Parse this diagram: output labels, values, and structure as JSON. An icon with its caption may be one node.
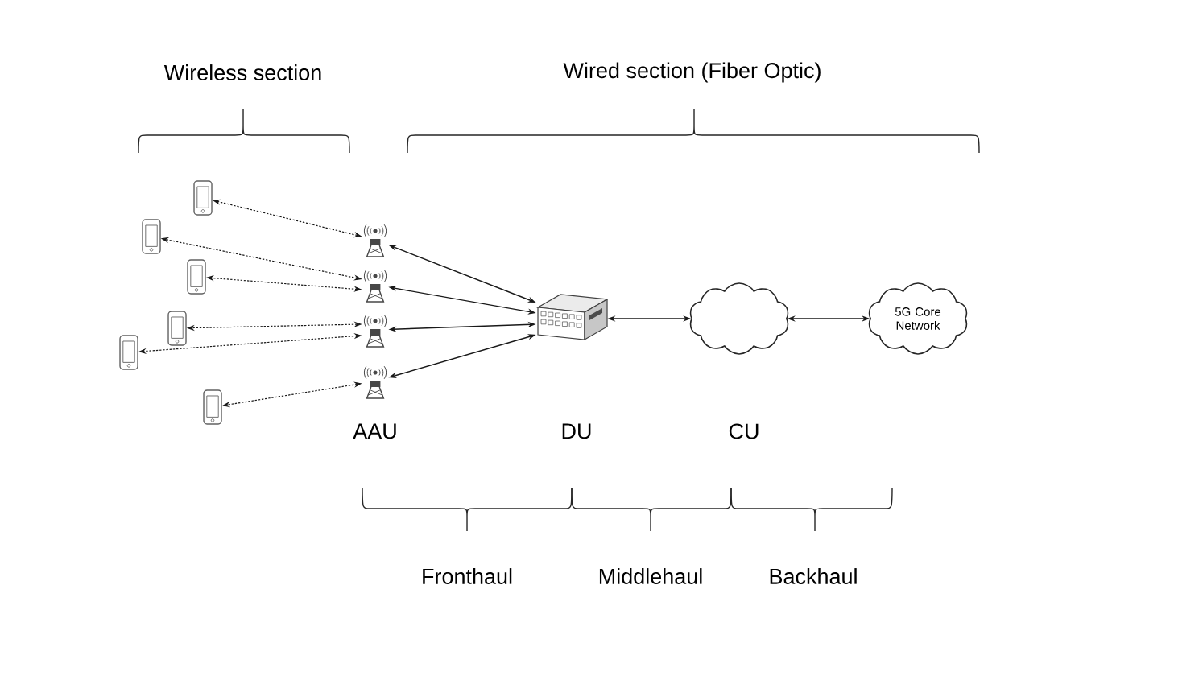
{
  "diagram": {
    "nodes": [
      {
        "text": [],
        "shape": "picture"
      },
      {
        "text": [],
        "shape": "picture"
      },
      {
        "text": [],
        "shape": "picture"
      },
      {
        "text": [],
        "shape": "picture"
      },
      {
        "text": [],
        "shape": "picture"
      },
      {
        "text": [],
        "shape": "picture"
      },
      {
        "text": [],
        "shape": "picture"
      },
      {
        "text": [],
        "shape": "picture"
      },
      {
        "text": [],
        "shape": "picture"
      },
      {
        "text": [],
        "shape": "picture"
      },
      {
        "text": [],
        "shape": "picture",
        "beside": [
          "DU"
        ]
      },
      {
        "text": [],
        "shape": "cloud",
        "beside": [
          "CU"
        ]
      },
      {
        "text": [
          "5G Core Network"
        ]
      }
    ],
    "edges": [
      {
        "from": 6,
        "to": 0,
        "arrow": "both",
        "style": "dashed"
      },
      {
        "from": 7,
        "to": 1,
        "arrow": "both",
        "style": "dashed"
      },
      {
        "from": 7,
        "to": 2,
        "arrow": "both",
        "style": "dashed"
      },
      {
        "from": 8,
        "to": 3,
        "arrow": "both",
        "style": "dashed"
      },
      {
        "from": 8,
        "to": 4,
        "arrow": "both",
        "style": "dashed"
      },
      {
        "from": 9,
        "to": 5,
        "arrow": "both",
        "style": "dashed"
      },
      {
        "from": 10,
        "to": 6,
        "arrow": "both"
      },
      {
        "from": 10,
        "to": 7,
        "arrow": "both"
      },
      {
        "from": 10,
        "to": 8,
        "arrow": "both"
      },
      {
        "from": 10,
        "to": 9,
        "arrow": "both"
      },
      {
        "from": 10,
        "to": 11,
        "arrow": "both"
      },
      {
        "from": 11,
        "to": 12,
        "arrow": "both"
      }
    ],
    "labels": [
      "Wireless section",
      "Wired section (Fiber Optic)",
      "AAU",
      "Fronthaul",
      "Middlehaul",
      "Backhaul"
    ]
  }
}
